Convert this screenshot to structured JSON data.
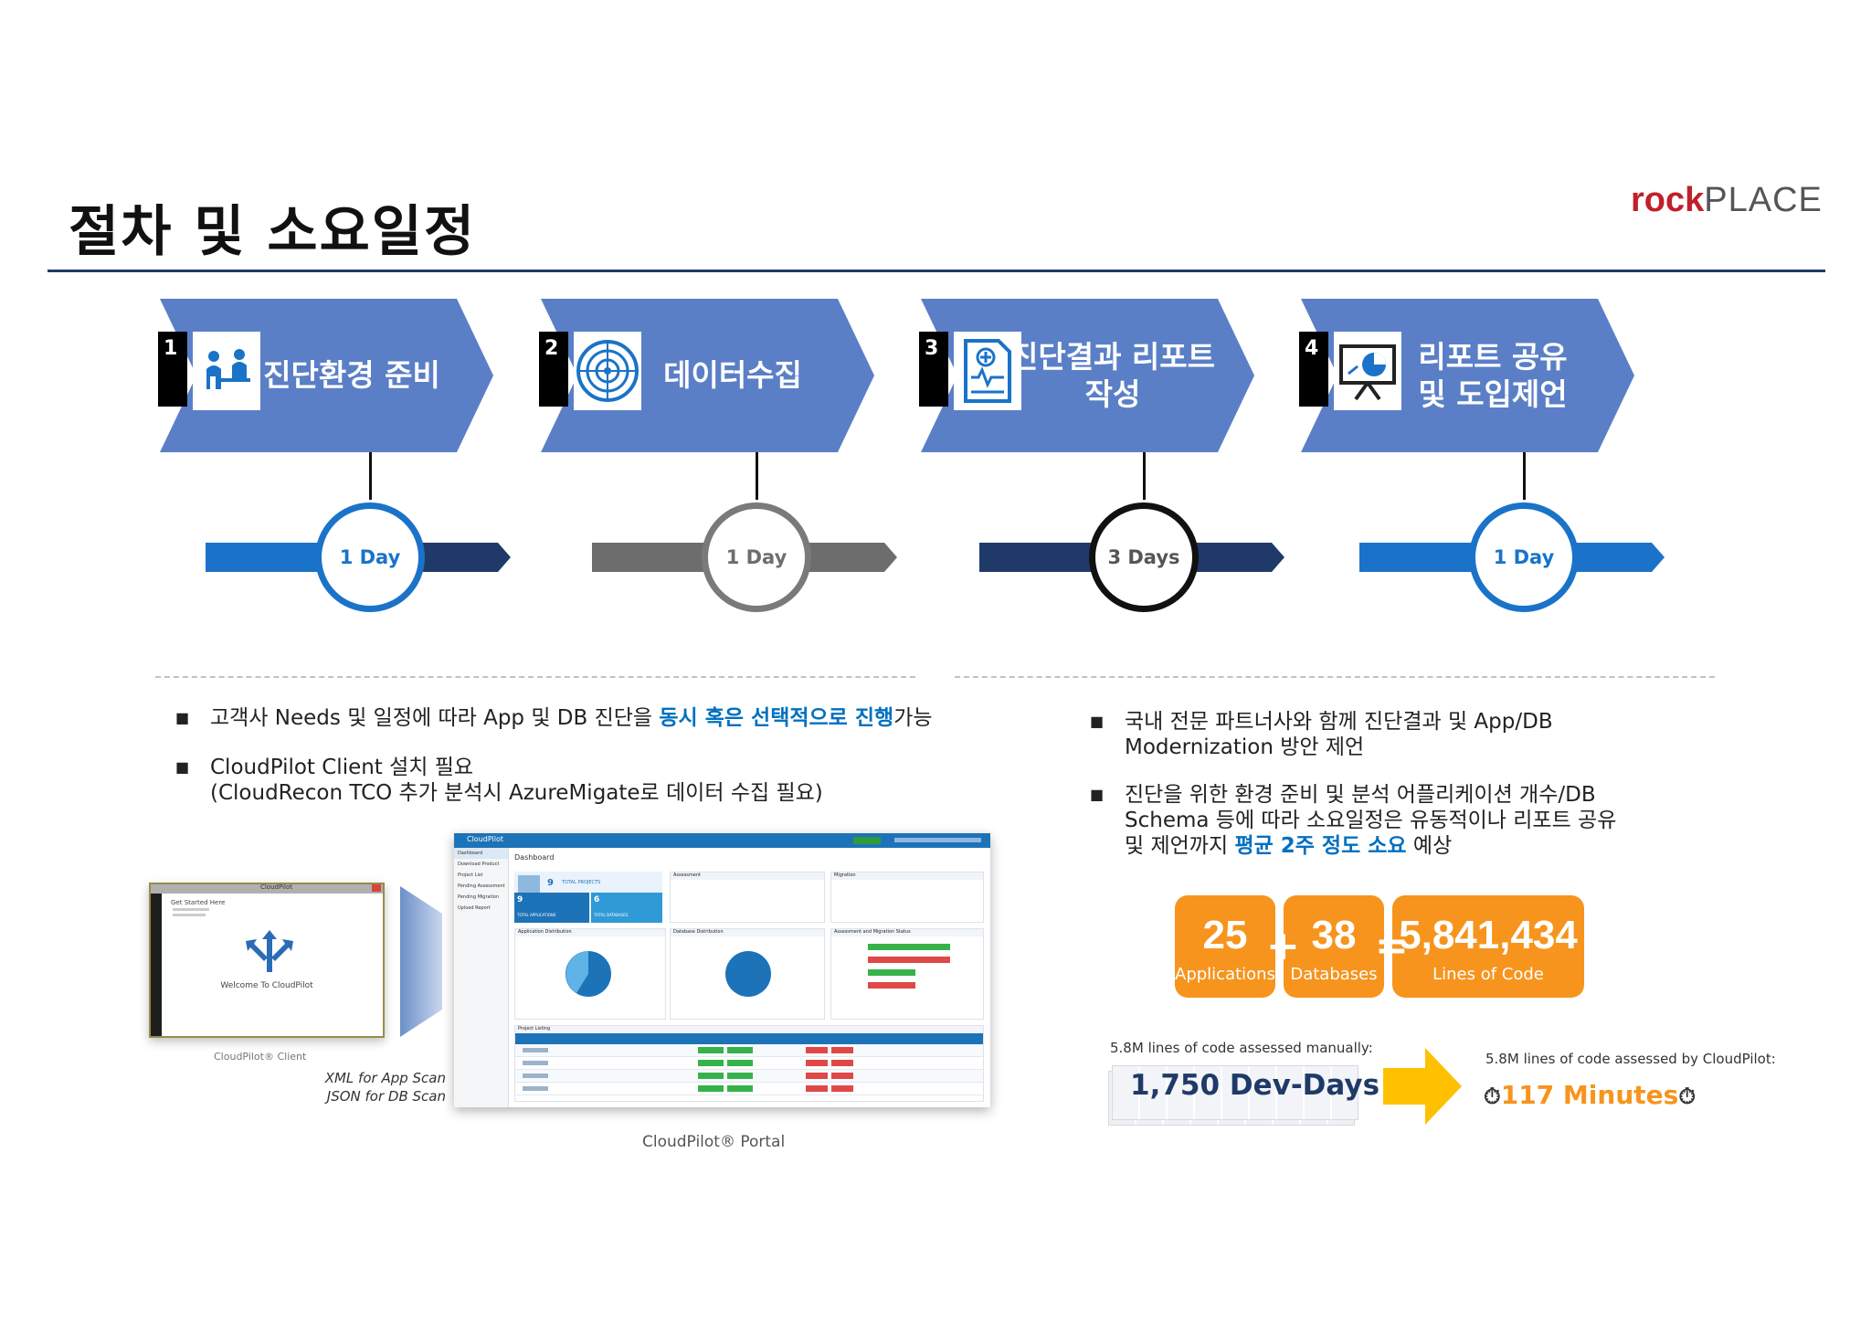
{
  "header": {
    "title": "절차 및 소요일정",
    "logo_bold": "rock",
    "logo_light": "PLACE"
  },
  "steps": [
    {
      "number": "1",
      "label": "진단환경 준비",
      "icon": "people-meeting-icon",
      "duration": "1 Day",
      "color": "#5b7fc7"
    },
    {
      "number": "2",
      "label": "데이터수집",
      "icon": "radar-icon",
      "duration": "1 Day",
      "color": "#5b7fc7"
    },
    {
      "number": "3",
      "label": "진단결과 리포트\n작성",
      "icon": "report-document-icon",
      "duration": "3 Days",
      "color": "#5b7fc7"
    },
    {
      "number": "4",
      "label": "리포트 공유\n및 도입제언",
      "icon": "presentation-chart-icon",
      "duration": "1 Day",
      "color": "#5b7fc7"
    }
  ],
  "colors": {
    "step_blue": "#5b7fc7",
    "timeline_blue": "#1a73c8",
    "timeline_navy": "#1f3a68",
    "timeline_gray": "#6d6d6d",
    "highlight": "#0070c0",
    "stat_orange": "#f7941d"
  },
  "left_bullets": [
    {
      "before": "고객사 Needs 및 일정에 따라 App 및 DB 진단을 ",
      "highlight": "동시 혹은 선택적으로 진행",
      "after": "가능"
    },
    {
      "before": "CloudPilot Client 설치 필요\n(CloudRecon TCO 추가 분석시 AzureMigate로 데이터 수집 필요)",
      "highlight": "",
      "after": ""
    }
  ],
  "right_bullets": [
    {
      "before": "국내 전문 파트너사와 함께 진단결과 및 App/DB\nModernization 방안 제언",
      "highlight": "",
      "after": ""
    },
    {
      "before": "진단을 위한 환경 준비 및 분석 어플리케이션 개수/DB\nSchema 등에 따라 소요일정은 유동적이나 리포트 공유\n및 제언까지 ",
      "highlight": "평균 2주 정도 소요",
      "after": " 예상"
    }
  ],
  "client_window": {
    "title": "CloudPilot",
    "menu_item": "Get Started Here",
    "welcome": "Welcome To CloudPilot",
    "caption": "CloudPilot® Client"
  },
  "scan_notes": [
    "XML for App Scan",
    "JSON for DB Scan"
  ],
  "portal": {
    "brand": "CloudPilot",
    "breadcrumb": "Dashboard",
    "tile_count_projects": "9",
    "tile_label_projects": "TOTAL PROJECTS",
    "tile_count_apps": "9",
    "tile_label_apps": "TOTAL APPLICATIONS",
    "tile_count_dbs": "6",
    "tile_label_dbs": "TOTAL DATABASES",
    "panels": [
      "Assessment",
      "Migration",
      "Application Distribution",
      "Database Distribution",
      "Assessment and Migration Status",
      "Project Listing"
    ],
    "sidebar": [
      "Dashboard",
      "Download Product",
      "Project List",
      "Pending Assessment",
      "Pending Migration",
      "Upload Report"
    ],
    "caption": "CloudPilot® Portal"
  },
  "stats": [
    {
      "value": "25",
      "label": "Applications"
    },
    {
      "value": "38",
      "label": "Databases"
    },
    {
      "value": "5,841,434",
      "label": "Lines of Code"
    }
  ],
  "stat_operators": [
    "+",
    "="
  ],
  "comparison": {
    "manual_note": "5.8M lines of code assessed manually:",
    "manual_value": "1,750 Dev-Days",
    "cloudpilot_note": "5.8M lines of code assessed by CloudPilot:",
    "cloudpilot_value": "117 Minutes"
  }
}
